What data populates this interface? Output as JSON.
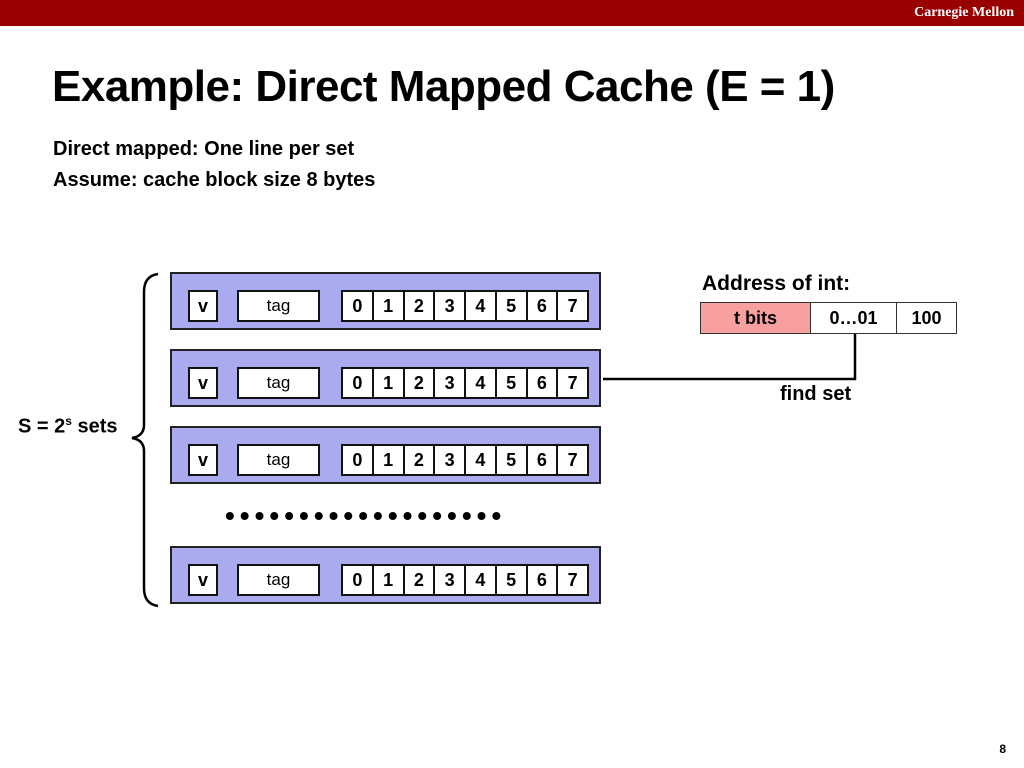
{
  "header": {
    "brand": "Carnegie Mellon"
  },
  "title": "Example: Direct Mapped Cache (E = 1)",
  "notes": [
    "Direct mapped: One line per set",
    "Assume: cache block size 8 bytes"
  ],
  "cache": {
    "valid_label": "v",
    "tag_label": "tag",
    "bytes": [
      "0",
      "1",
      "2",
      "3",
      "4",
      "5",
      "6",
      "7"
    ],
    "ellipsis": "•••••••••••••••••••",
    "sets_label": {
      "prefix": "S = 2",
      "superscript": "s",
      "suffix": " sets"
    }
  },
  "address": {
    "label": "Address of int:",
    "fields": [
      "t bits",
      "0…01",
      "100"
    ],
    "highlight_color": "#f8a0a0",
    "find_set_label": "find set"
  },
  "page_number": "8",
  "colors": {
    "header": "#990000",
    "line_fill": "#aaaaee"
  }
}
